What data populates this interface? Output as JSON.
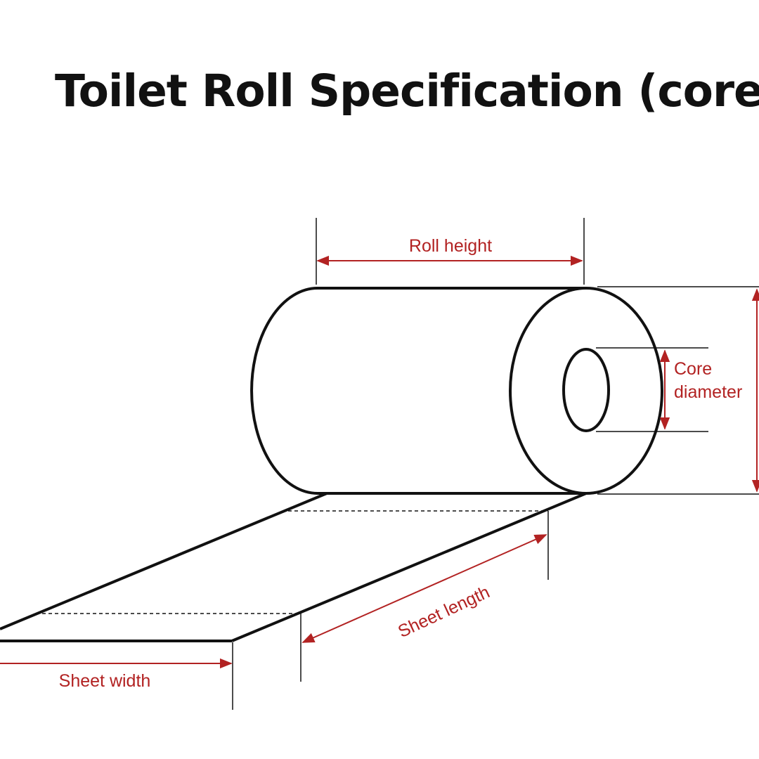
{
  "title": "Toilet Roll Specification (core)",
  "labels": {
    "roll_height": "Roll height",
    "core_line1": "Core",
    "core_line2": "diameter",
    "sheet_length": "Sheet length",
    "sheet_width": "Sheet width"
  },
  "colors": {
    "ink": "#111111",
    "dimension": "#b22222",
    "background": "#ffffff"
  }
}
